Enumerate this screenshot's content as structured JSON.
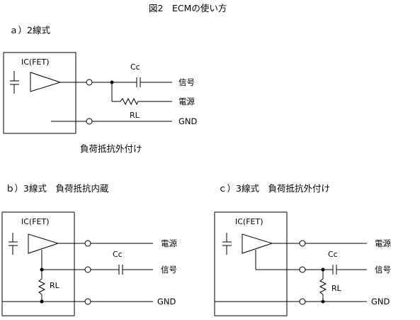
{
  "title": "図2　ECMの使い方",
  "sections": {
    "a": {
      "heading": "ａ）2線式",
      "note": "負荷抵抗外付け"
    },
    "b": {
      "heading": "ｂ）3線式　負荷抵抗内蔵"
    },
    "c": {
      "heading": "ｃ）3線式　負荷抵抗外付け"
    }
  },
  "labels": {
    "ic": "IC(FET)",
    "capacitor": "Cc",
    "resistor": "RL",
    "signal": "信号",
    "power": "電源",
    "ground": "GND"
  }
}
